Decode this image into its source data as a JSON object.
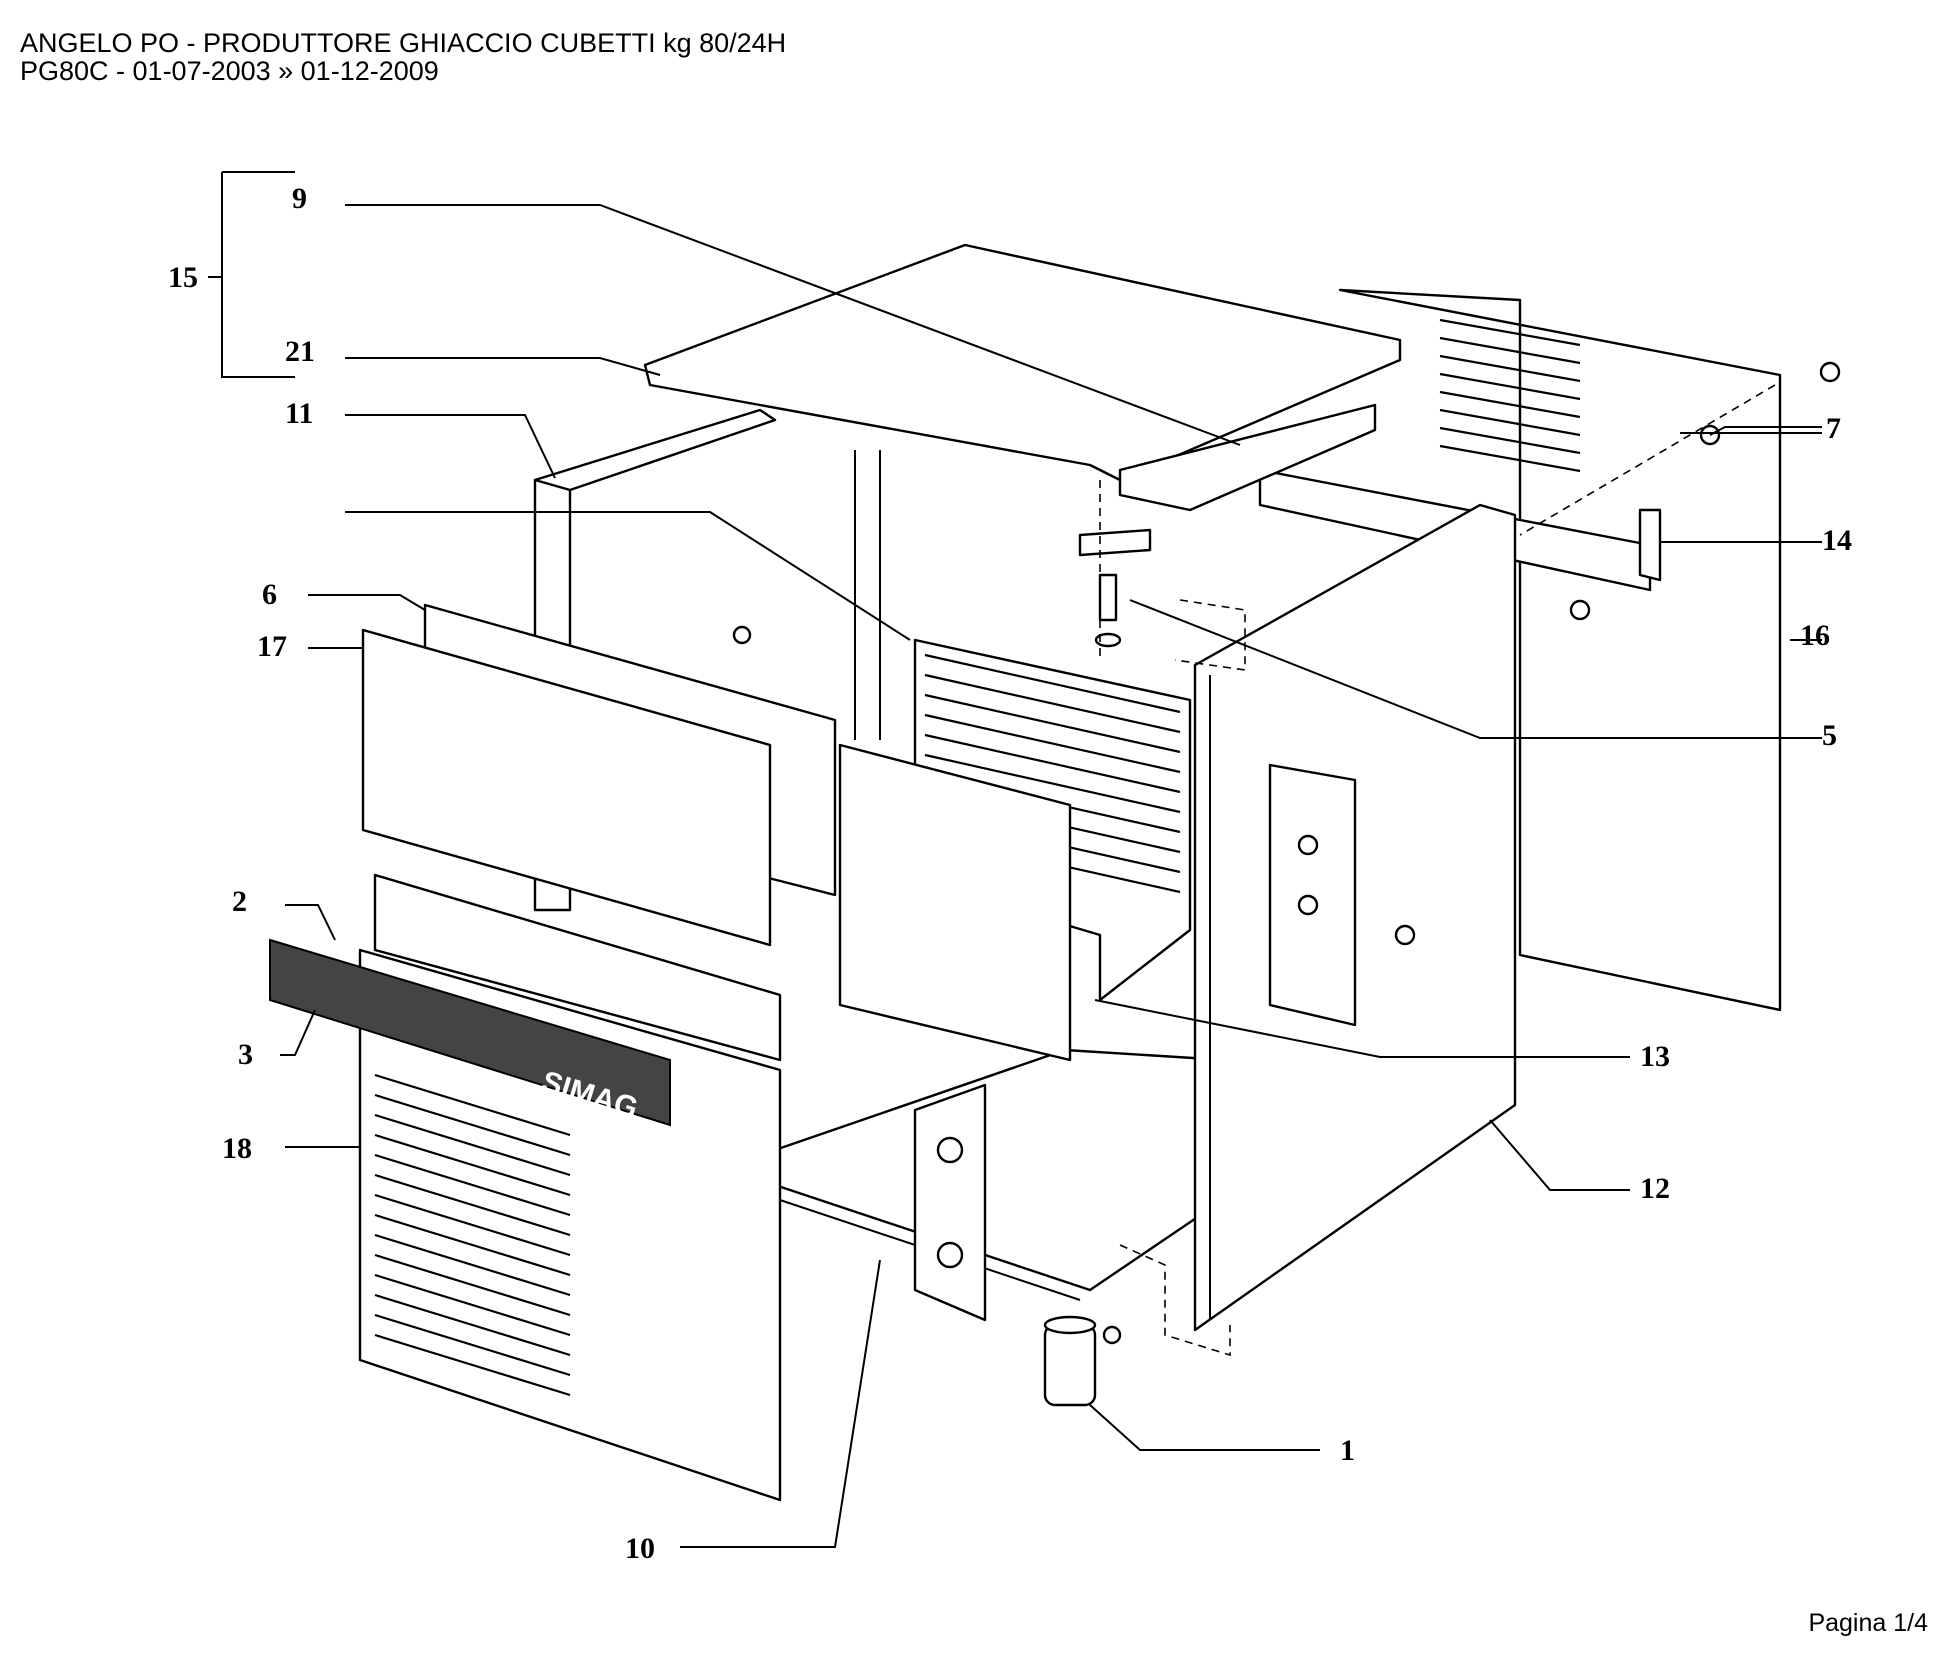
{
  "header": {
    "line1": "ANGELO PO - PRODUTTORE GHIACCIO CUBETTI kg 80/24H",
    "line2": "PG80C - 01-07-2003 » 01-12-2009"
  },
  "footer": {
    "page": "Pagina 1/4"
  },
  "diagram": {
    "brand_logo": "SIMAG",
    "callouts": {
      "c1": "1",
      "c2": "2",
      "c3": "3",
      "c5": "5",
      "c6": "6",
      "c7": "7",
      "c9": "9",
      "c10": "10",
      "c11": "11",
      "c12": "12",
      "c13": "13",
      "c14": "14",
      "c15": "15",
      "c16": "16",
      "c17": "17",
      "c18": "18",
      "c21": "21"
    }
  }
}
